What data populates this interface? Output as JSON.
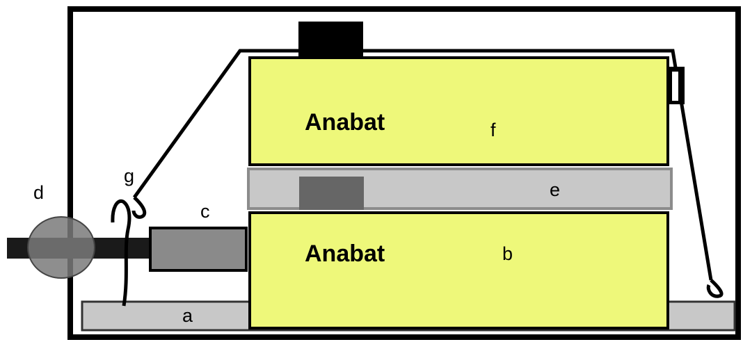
{
  "colors": {
    "enclosure": "#000000",
    "anabat_fill": "#eef87a",
    "plate_fill": "#c8c8c8",
    "plate_stroke": "#8c8c8c",
    "dark_block": "#666666",
    "connector": "#8a8a8a",
    "grommet": "#7a7a7a"
  },
  "labels": {
    "a": "a",
    "b": "b",
    "c": "c",
    "d": "d",
    "e": "e",
    "f": "f",
    "g": "g"
  },
  "units": {
    "top_unit_brand": "Anabat",
    "bottom_unit_brand": "Anabat"
  }
}
